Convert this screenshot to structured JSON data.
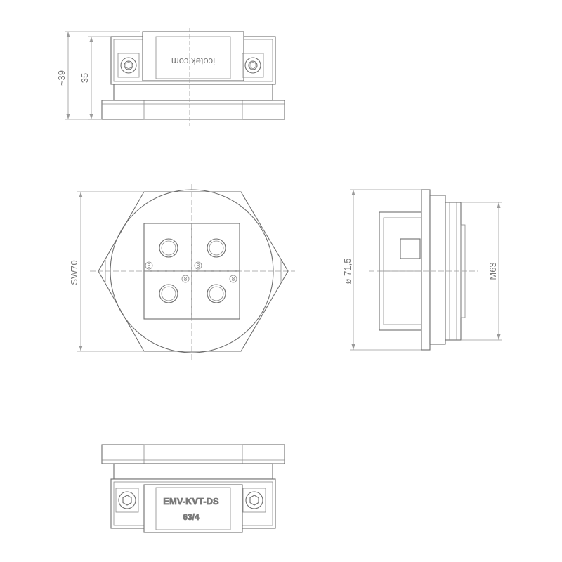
{
  "top_view": {
    "label_text": "icotek.com",
    "dim_overall": "~39",
    "dim_height": "35"
  },
  "front_view": {
    "dim_across_flats": "SW70"
  },
  "side_view": {
    "dim_diameter": "ø 71,5",
    "dim_thread": "M63"
  },
  "bottom_view": {
    "label_line1": "EMV-KVT-DS",
    "label_line2": "63/4"
  },
  "colors": {
    "line": "#6e6e6e",
    "dimension": "#9a9a9a",
    "background": "#ffffff"
  }
}
